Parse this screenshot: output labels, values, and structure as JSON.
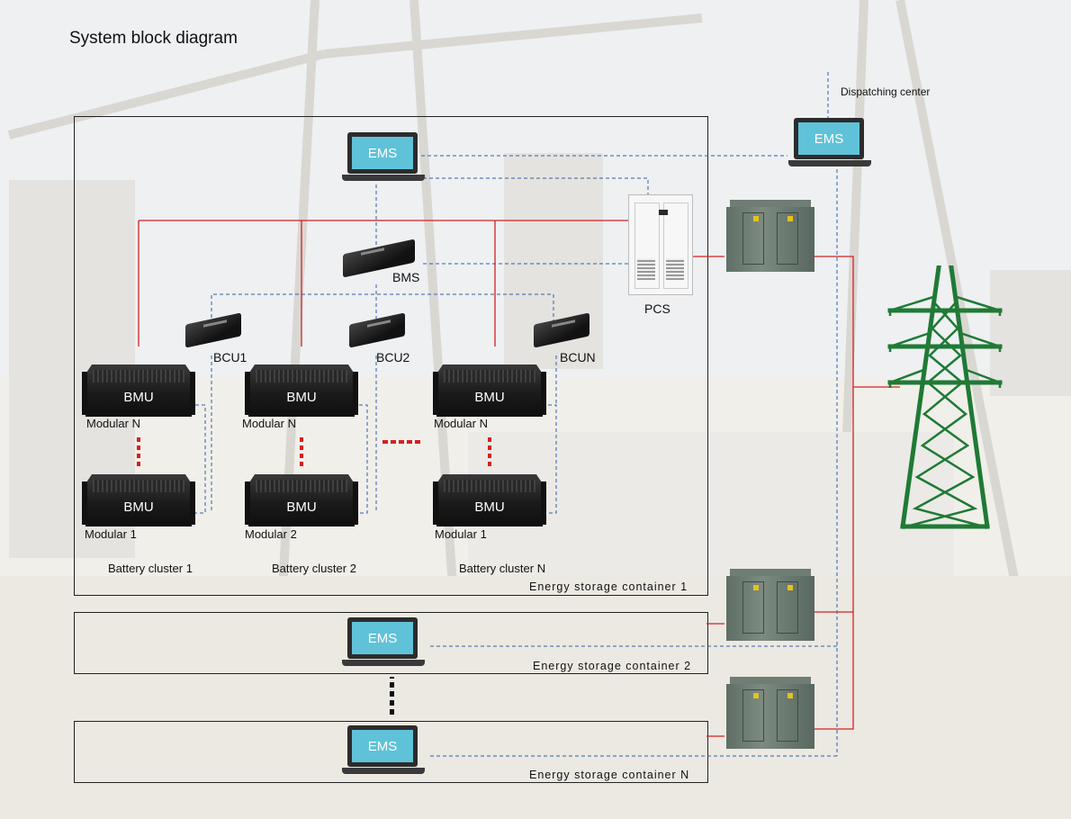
{
  "title": "System block diagram",
  "dispatching_center": "Dispatching center",
  "ems": {
    "c1": "EMS",
    "dispatch": "EMS",
    "c2": "EMS",
    "cn": "EMS"
  },
  "bms": "BMS",
  "pcs": "PCS",
  "bcu": [
    "BCU1",
    "BCU2",
    "BCUN"
  ],
  "bmu_label": "BMU",
  "modules": {
    "c1_top": "Modular N",
    "c1_bottom": "Modular 1",
    "c2_top": "Modular N",
    "c2_bottom": "Modular 2",
    "cn_top": "Modular N",
    "cn_bottom": "Modular 1"
  },
  "clusters": [
    "Battery cluster 1",
    "Battery cluster 2",
    "Battery cluster N"
  ],
  "containers": [
    "Energy storage container 1",
    "Energy storage container 2",
    "Energy storage container N"
  ],
  "colors": {
    "power_line": "#d42020",
    "comm_line": "#2f5fa8",
    "tower": "#1f7a35",
    "ems_screen": "#5fc2d9"
  }
}
